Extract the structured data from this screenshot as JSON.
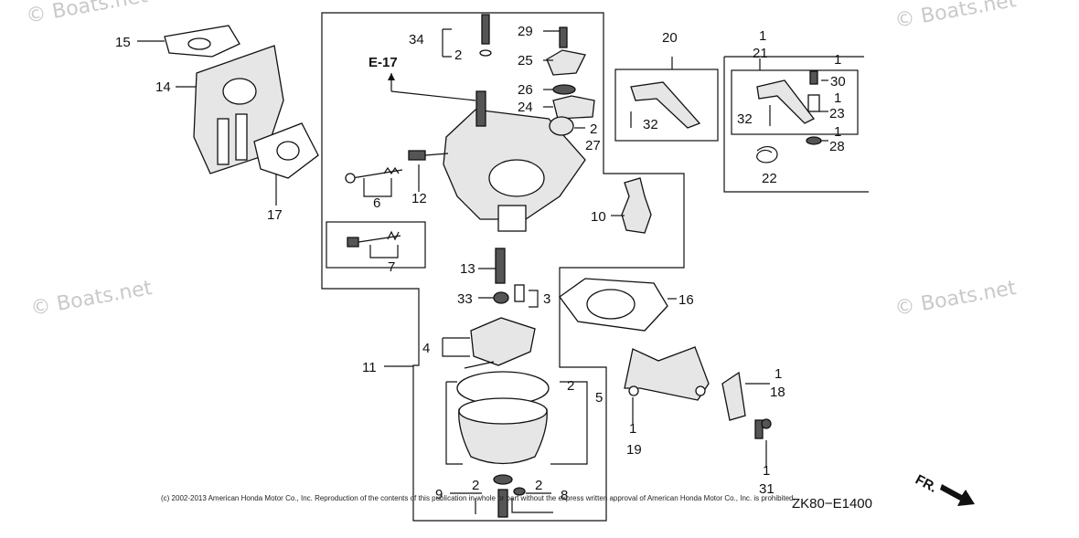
{
  "watermarks": [
    "© Boats.net",
    "© Boats.net",
    "© Boats.net",
    "© Boats.net"
  ],
  "reference_label": "E-17",
  "diagram_code": "ZK80−E1400",
  "direction_label": "FR.",
  "copyright": "(c) 2002-2013 American Honda Motor Co., Inc. Reproduction of the contents of this publication in whole or part without the express written approval of American Honda Motor Co., Inc. is prohibited.",
  "callouts": {
    "p1_a": "1",
    "p21": "21",
    "p1_b": "1",
    "p30": "30",
    "p1_c": "1",
    "p23": "23",
    "p32_a": "32",
    "p1_d": "1",
    "p28": "28",
    "p22": "22",
    "p20": "20",
    "p32_b": "32",
    "p34": "34",
    "p2_a": "2",
    "p29": "29",
    "p25": "25",
    "p26": "26",
    "p24": "24",
    "p2_b": "2",
    "p27": "27",
    "p15": "15",
    "p14": "14",
    "p17": "17",
    "p6": "6",
    "p12": "12",
    "p7": "7",
    "p10": "10",
    "p13": "13",
    "p33": "33",
    "p3": "3",
    "p16": "16",
    "p4": "4",
    "p11": "11",
    "p2_c": "2",
    "p5": "5",
    "p1_e": "1",
    "p19": "19",
    "p1_f": "1",
    "p18": "18",
    "p1_g": "1",
    "p31": "31",
    "p9": "9",
    "p2_d": "2",
    "p2_e": "2",
    "p8": "8"
  }
}
